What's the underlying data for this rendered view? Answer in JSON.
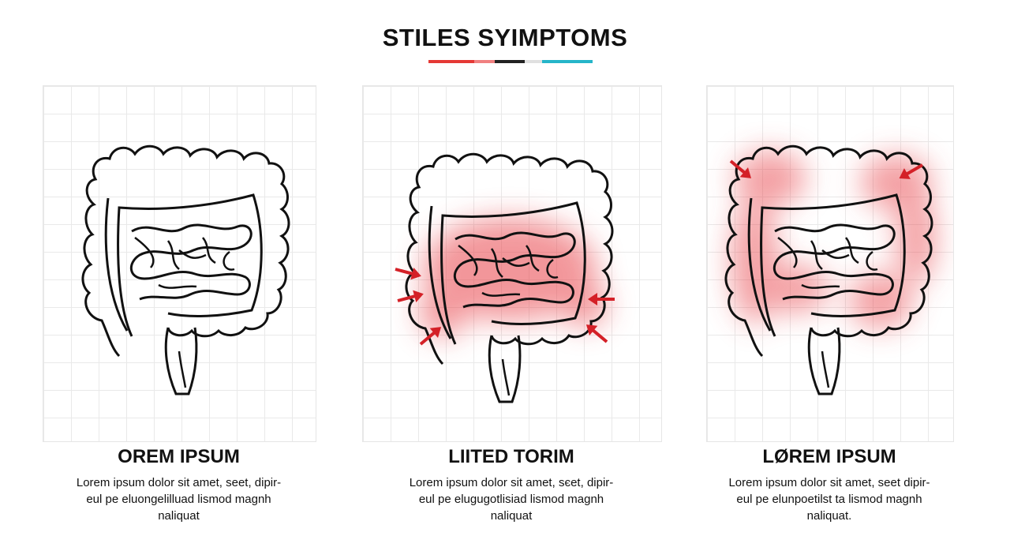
{
  "title": "STILES SYIMPTOMS",
  "title_bar_colors": [
    "#e53935",
    "#f08080",
    "#222222",
    "#e0e0e0",
    "#26b5c9"
  ],
  "highlight_color": "#e8434a",
  "arrow_color": "#d42027",
  "panels": [
    {
      "heading": "OREM IPSUM",
      "lines": [
        "Lorem ipsum dolor sit amet, seet, dipir-",
        "eul pe eluongelilluad lismod magnh",
        "naliquat"
      ],
      "icon": "healthy-intestine-icon"
    },
    {
      "heading": "LIITED TORIM",
      "lines": [
        "Lorem ipsum dolor sit amet, sєet, dipir-",
        "eul pe elugugotlisiad lismod magnh",
        "naliquat"
      ],
      "icon": "inflamed-small-intestine-icon"
    },
    {
      "heading": "LØREM IPSUM",
      "lines": [
        "Lorem ipsum dolor sit amet, seet dipir-",
        "eul pe elunpoetilst ta lismod magnh",
        "naliquat."
      ],
      "icon": "inflamed-colon-icon"
    }
  ]
}
